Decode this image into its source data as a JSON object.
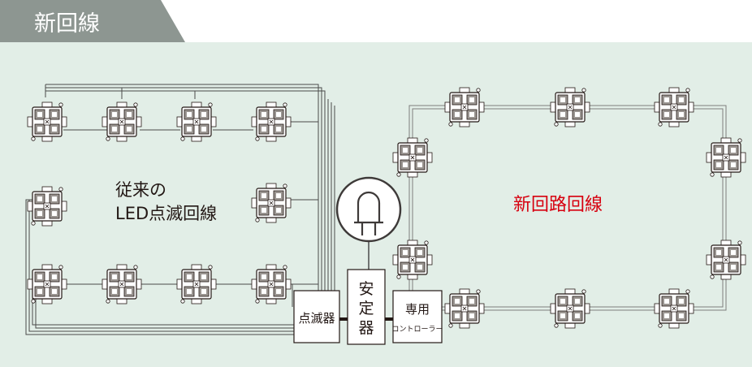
{
  "header": {
    "tab_title": "新回線"
  },
  "old_circuit": {
    "label_line1": "従来の",
    "label_line2": "LED点滅回線"
  },
  "new_circuit": {
    "label": "新回路回線"
  },
  "devices": {
    "blinker": "点滅器",
    "stabilizer_line1": "安",
    "stabilizer_line2": "定",
    "stabilizer_line3": "器",
    "controller_line1": "専用",
    "controller_line2": "コントローラー"
  },
  "colors": {
    "tab": "#8d9691",
    "panel": "#e2eee7",
    "wire": "#4a4a4a",
    "module_border": "#231815",
    "accent_red": "#d7000f"
  },
  "icons": {
    "bulb": "led-bulb-icon",
    "module": "led-module-icon"
  }
}
